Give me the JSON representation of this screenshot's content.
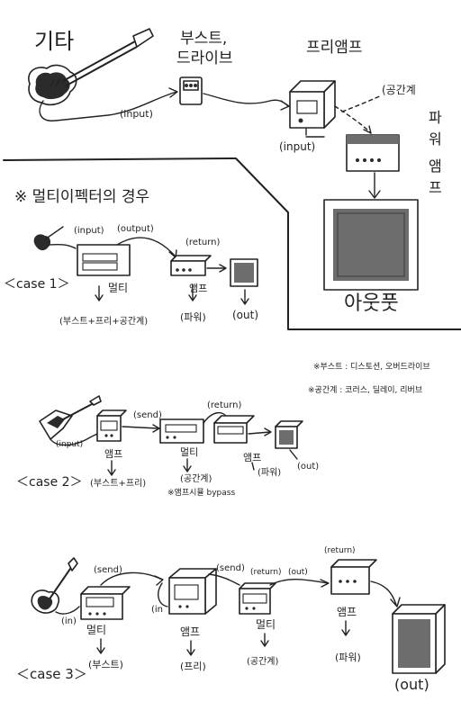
{
  "top": {
    "guitar": "기타",
    "boost_drive": "부스트,",
    "boost_drive2": "드라이브",
    "preamp": "프리앰프",
    "input1": "(input)",
    "input2": "(input)",
    "spatial": "(공간계",
    "poweramp": [
      "파",
      "워",
      "앰",
      "프"
    ],
    "output": "아웃풋"
  },
  "multi": {
    "heading": "※ 멀티이펙터의 경우",
    "case1": {
      "label": "＜case 1＞",
      "input": "(input)",
      "output": "(output)",
      "return": "(return)",
      "multi_label": "멀티",
      "multi_desc": "(부스트+프리+공간계)",
      "amp_label": "앰프",
      "amp_desc": "(파워)",
      "out": "(out)"
    }
  },
  "notes": {
    "boost": "※부스트 : 디스토션, 오버드라이브",
    "spatial": "※공간계 : 코러스, 딜레이, 리버브"
  },
  "case2": {
    "label": "＜case 2＞",
    "input": "(input)",
    "send": "(send)",
    "return": "(return)",
    "amp_label": "앰프",
    "amp_desc": "(부스트+프리)",
    "multi_label": "멀티",
    "multi_desc": "(공간계)",
    "bypass": "※앰프시뮬 bypass",
    "amp2_label": "앰프",
    "amp2_desc": "(파워)",
    "out": "(out)"
  },
  "case3": {
    "label": "＜case 3＞",
    "in1": "(in)",
    "send1": "(send)",
    "in2": "(in",
    "send2": "(send)",
    "return": "(return)",
    "out_small": "(out)",
    "return2": "(return)",
    "multi_label": "멀티",
    "multi_desc": "(부스트)",
    "amp_label": "앰프",
    "amp_desc": "(프리)",
    "multi2_label": "멀티",
    "multi2_desc": "(공간계)",
    "amp2_label": "앰프",
    "amp2_desc": "(파워)",
    "out": "(out)"
  }
}
